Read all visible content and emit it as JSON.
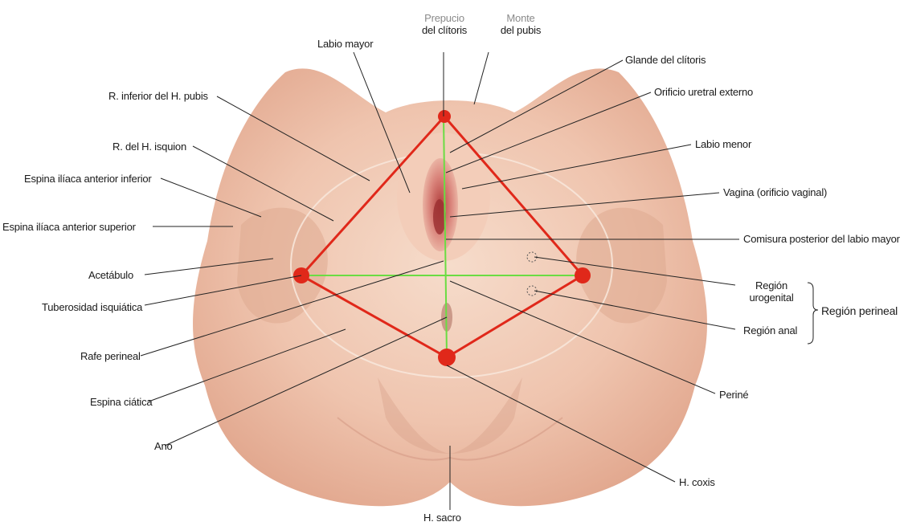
{
  "labels": {
    "prepucio": "Prepucio\ndel clítoris",
    "monte": "Monte\ndel pubis",
    "labio_mayor": "Labio mayor",
    "glande": "Glande del clítoris",
    "r_inferior_pubis": "R. inferior del H. pubis",
    "orificio_uretral": "Orificio uretral externo",
    "r_isquion": "R. del H. isquion",
    "labio_menor": "Labio menor",
    "espina_iliaca_inf": "Espina ilíaca anterior inferior",
    "vagina": "Vagina (orificio vaginal)",
    "espina_iliaca_sup": "Espina ilíaca anterior superior",
    "comisura": "Comisura posterior del labio mayor",
    "acetabulo": "Acetábulo",
    "region_urogenital": "Región\nurogenital",
    "region_perineal": "Región perineal",
    "tuberosidad": "Tuberosidad isquiática",
    "region_anal": "Región anal",
    "rafe": "Rafe perineal",
    "perine": "Periné",
    "espina_ciatica": "Espina ciática",
    "ano": "Ano",
    "coxis": "H. coxis",
    "sacro": "H. sacro"
  },
  "colors": {
    "skin_outer": "#f1c9b5",
    "skin_inner": "#e8b39b",
    "bone_shadow": "#dba68f",
    "diamond": "#e0281a",
    "green_line": "#6bdc43",
    "leader": "#222222",
    "vulva": "#c9675c"
  }
}
